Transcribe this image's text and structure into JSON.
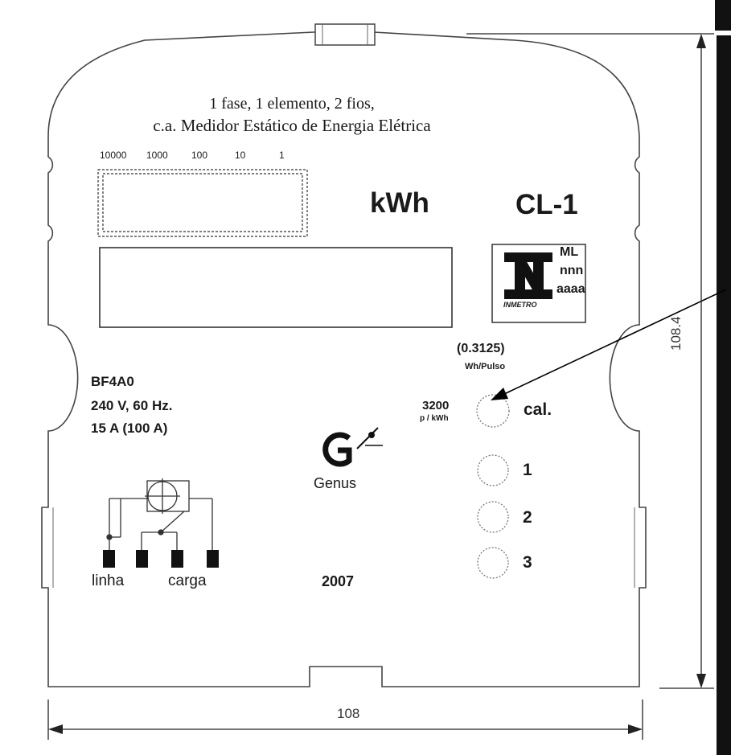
{
  "header": {
    "line1": "1 fase, 1 elemento, 2 fios,",
    "line2": "c.a. Medidor Estático de Energia Elétrica"
  },
  "register": {
    "digits": [
      "10000",
      "1000",
      "100",
      "10",
      "1"
    ]
  },
  "unit": "kWh",
  "accuracy_class": "CL-1",
  "inmetro": {
    "brand": "INMETRO",
    "lines": [
      "ML",
      "nnn",
      "aaaa"
    ]
  },
  "specs": {
    "model": "BF4A0",
    "voltage": "240 V, 60 Hz.",
    "current": "15 A (100 A)"
  },
  "pulse": {
    "wh_value": "(0.3125)",
    "wh_unit": "Wh/Pulso",
    "constant": "3200",
    "constant_unit": "p / kWh",
    "cal_label": "cal."
  },
  "leds": [
    "1",
    "2",
    "3"
  ],
  "brand": {
    "name": "Genus"
  },
  "wiring": {
    "line_label": "linha",
    "load_label": "carga"
  },
  "year": "2007",
  "dimensions": {
    "width": "108",
    "height": "108.4"
  }
}
